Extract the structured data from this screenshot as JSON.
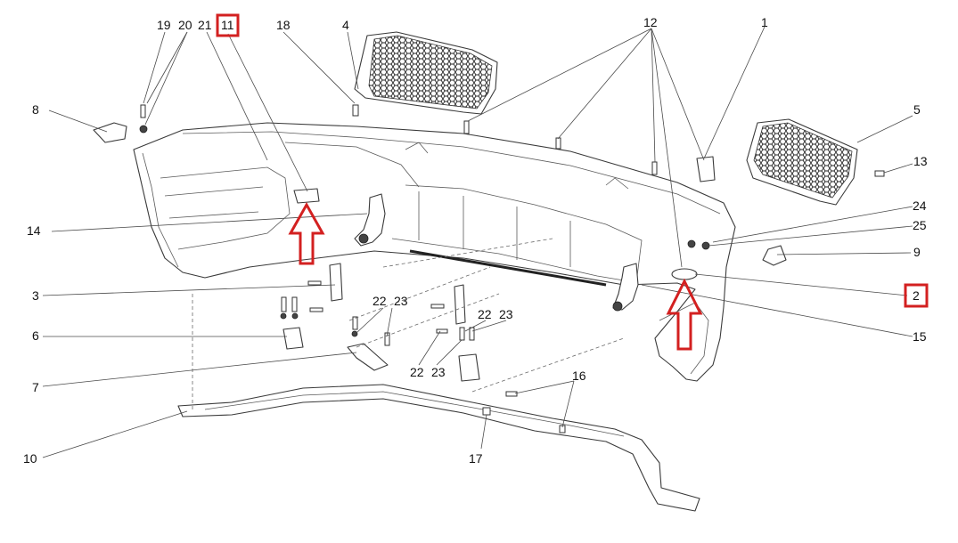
{
  "diagram": {
    "highlight_color": "#d32020",
    "callouts": [
      {
        "id": "c1",
        "label": "1",
        "highlighted": false
      },
      {
        "id": "c2",
        "label": "2",
        "highlighted": true
      },
      {
        "id": "c3",
        "label": "3",
        "highlighted": false
      },
      {
        "id": "c4",
        "label": "4",
        "highlighted": false
      },
      {
        "id": "c5",
        "label": "5",
        "highlighted": false
      },
      {
        "id": "c6",
        "label": "6",
        "highlighted": false
      },
      {
        "id": "c7",
        "label": "7",
        "highlighted": false
      },
      {
        "id": "c8",
        "label": "8",
        "highlighted": false
      },
      {
        "id": "c9",
        "label": "9",
        "highlighted": false
      },
      {
        "id": "c10",
        "label": "10",
        "highlighted": false
      },
      {
        "id": "c11",
        "label": "11",
        "highlighted": true
      },
      {
        "id": "c12",
        "label": "12",
        "highlighted": false
      },
      {
        "id": "c13",
        "label": "13",
        "highlighted": false
      },
      {
        "id": "c14",
        "label": "14",
        "highlighted": false
      },
      {
        "id": "c15",
        "label": "15",
        "highlighted": false
      },
      {
        "id": "c16",
        "label": "16",
        "highlighted": false
      },
      {
        "id": "c17",
        "label": "17",
        "highlighted": false
      },
      {
        "id": "c18",
        "label": "18",
        "highlighted": false
      },
      {
        "id": "c19",
        "label": "19",
        "highlighted": false
      },
      {
        "id": "c20",
        "label": "20",
        "highlighted": false
      },
      {
        "id": "c21",
        "label": "21",
        "highlighted": false
      },
      {
        "id": "c22a",
        "label": "22",
        "highlighted": false
      },
      {
        "id": "c23a",
        "label": "23",
        "highlighted": false
      },
      {
        "id": "c22b",
        "label": "22",
        "highlighted": false
      },
      {
        "id": "c23b",
        "label": "23",
        "highlighted": false
      },
      {
        "id": "c22c",
        "label": "22",
        "highlighted": false
      },
      {
        "id": "c23c",
        "label": "23",
        "highlighted": false
      },
      {
        "id": "c24",
        "label": "24",
        "highlighted": false
      },
      {
        "id": "c25",
        "label": "25",
        "highlighted": false
      }
    ]
  }
}
